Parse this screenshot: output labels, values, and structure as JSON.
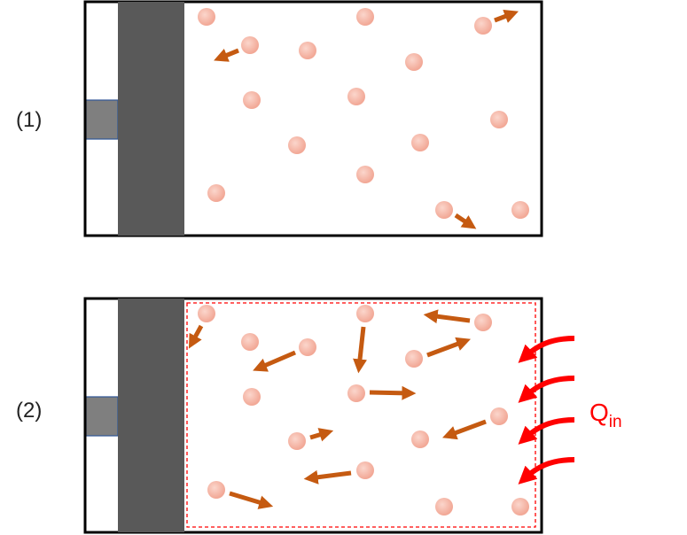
{
  "panels": [
    {
      "label": "(1)",
      "particles": [
        {
          "arrow": [
            0,
            0
          ]
        },
        {
          "arrow": [
            0,
            0
          ]
        },
        {
          "arrow": [
            1,
            1
          ]
        },
        {
          "arrow": [
            1,
            1
          ]
        },
        {
          "arrow": [
            1,
            1
          ]
        },
        {
          "arrow": [
            0,
            0
          ]
        },
        {
          "arrow": [
            1,
            1
          ]
        },
        {
          "arrow": [
            0,
            0
          ]
        },
        {
          "arrow": [
            0,
            0
          ]
        },
        {
          "arrow": [
            1,
            1
          ]
        },
        {
          "arrow": [
            0,
            0
          ]
        },
        {
          "arrow": [
            0,
            0
          ]
        },
        {
          "arrow": [
            0,
            0
          ]
        },
        {
          "arrow": [
            1,
            1
          ]
        },
        {
          "arrow": [
            1,
            1
          ]
        },
        {
          "arrow": [
            0,
            0
          ]
        }
      ]
    },
    {
      "label": "(2)",
      "particles": [
        {
          "arrow": [
            1,
            1
          ]
        },
        {
          "arrow": [
            1,
            1
          ]
        },
        {
          "arrow": [
            1,
            1
          ]
        },
        {
          "arrow": [
            0,
            0
          ]
        },
        {
          "arrow": [
            1,
            1
          ]
        },
        {
          "arrow": [
            1,
            1
          ]
        },
        {
          "arrow": [
            0,
            0
          ]
        },
        {
          "arrow": [
            1,
            1
          ]
        },
        {
          "arrow": [
            1,
            1
          ]
        },
        {
          "arrow": [
            1,
            1
          ]
        },
        {
          "arrow": [
            0,
            0
          ]
        },
        {
          "arrow": [
            1,
            1
          ]
        },
        {
          "arrow": [
            1,
            1
          ]
        },
        {
          "arrow": [
            1,
            1
          ]
        },
        {
          "arrow": [
            0,
            0
          ]
        },
        {
          "arrow": [
            1,
            1
          ]
        }
      ]
    }
  ],
  "heat": {
    "label_main": "Q",
    "label_sub": "in"
  },
  "colors": {
    "particle": "#f6b8a8",
    "arrow": "#c55a11",
    "piston": "#595959",
    "rod": "#7f7f7f",
    "heat": "#ff0000"
  }
}
